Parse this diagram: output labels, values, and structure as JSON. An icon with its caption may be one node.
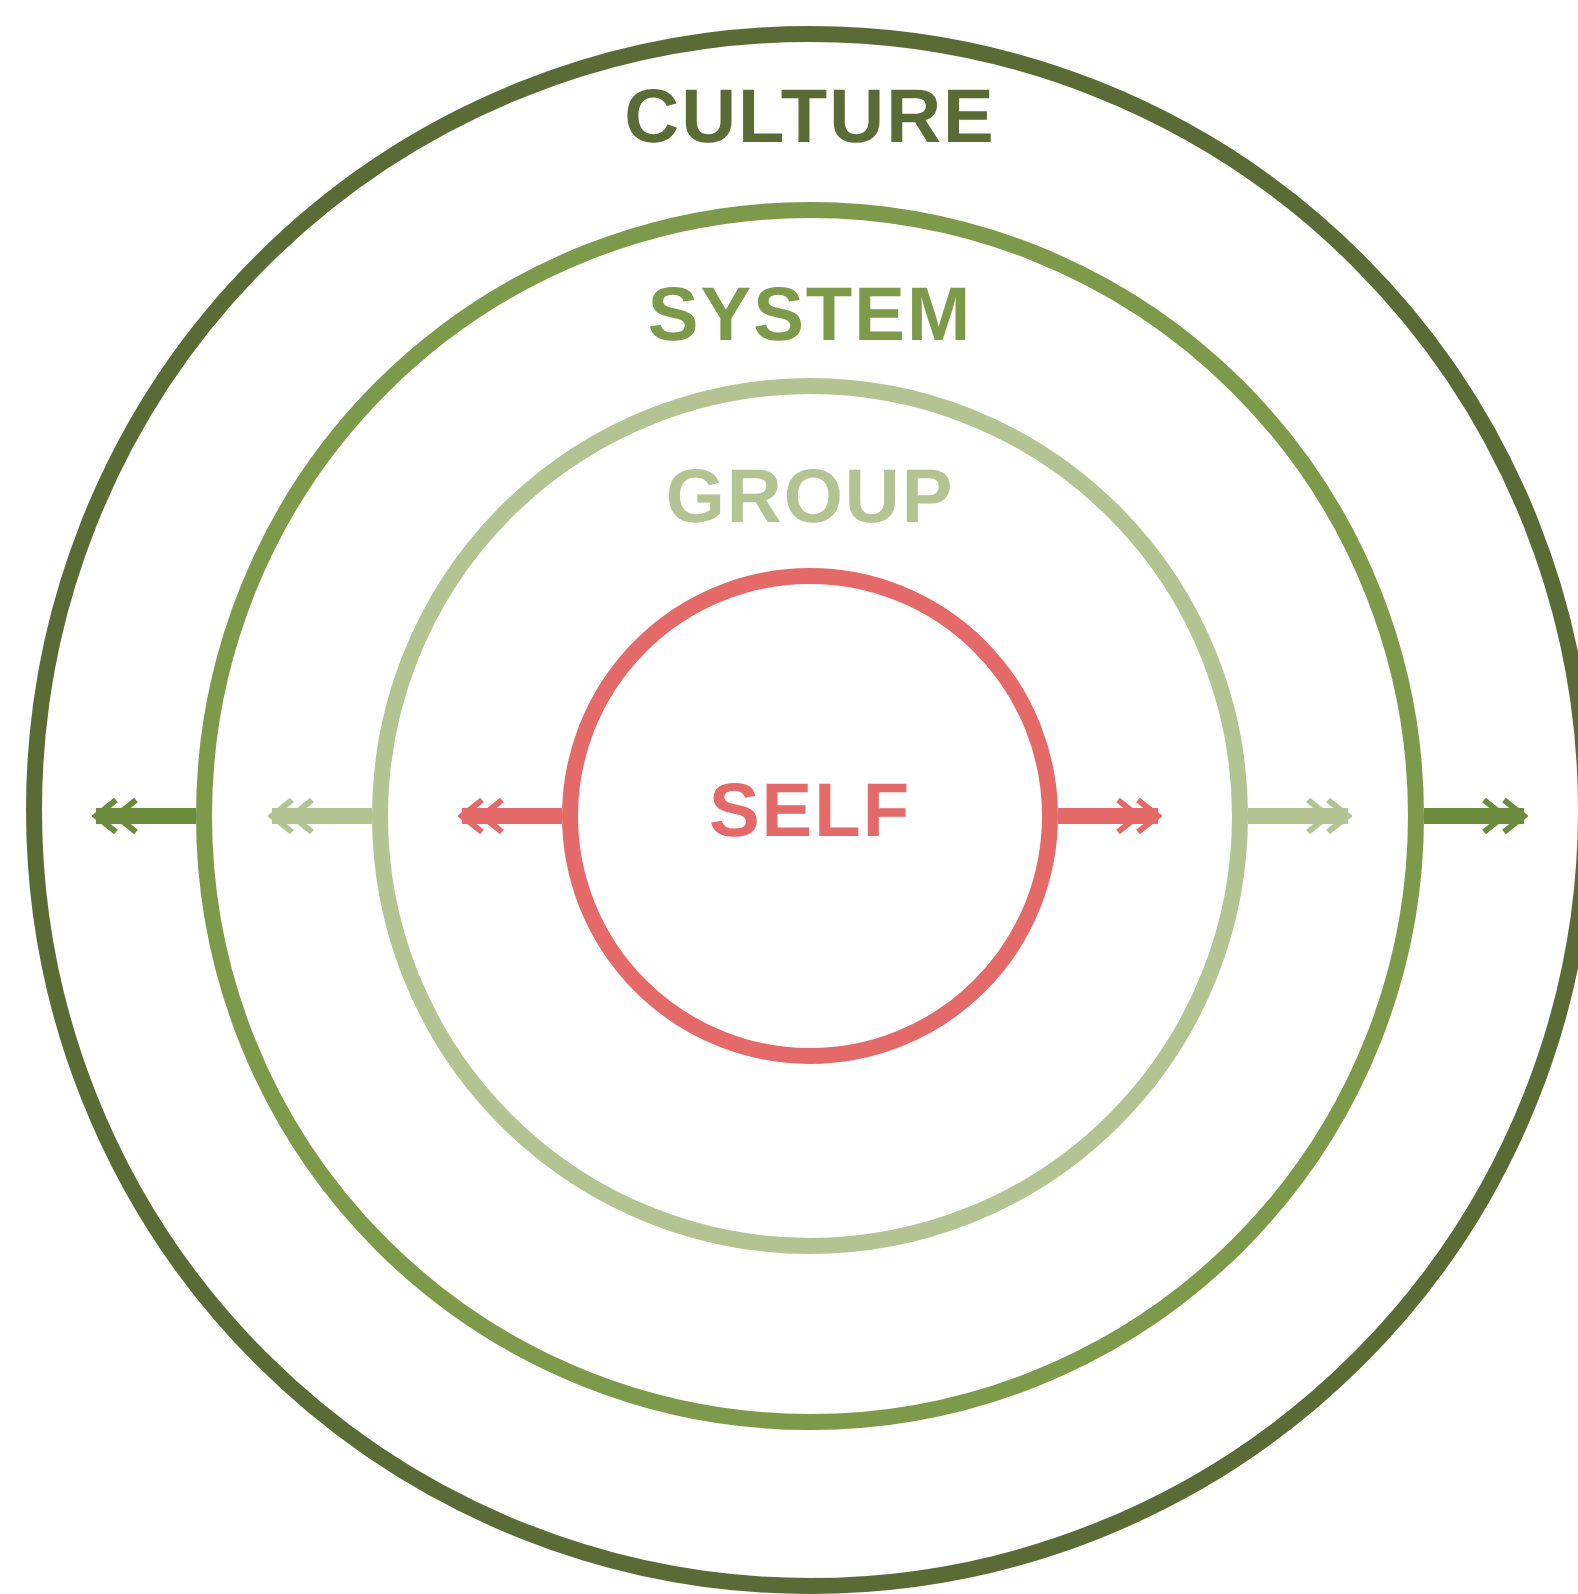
{
  "diagram": {
    "nodes": [
      {
        "text": [
          "CULTURE"
        ]
      },
      {
        "text": [
          "SYSTEM"
        ],
        "in": 0
      },
      {
        "text": [
          "GROUP"
        ],
        "in": 1
      },
      {
        "text": [
          "SELF"
        ],
        "in": 2
      }
    ],
    "edges": [
      {
        "from": 3,
        "to": null,
        "arrow": "to",
        "color": "#e46a6a"
      },
      {
        "from": 3,
        "to": null,
        "arrow": "to",
        "color": "#e46a6a"
      },
      {
        "from": 2,
        "to": null,
        "arrow": "to",
        "color": "#b3c492"
      },
      {
        "from": 2,
        "to": null,
        "arrow": "to",
        "color": "#b3c492"
      },
      {
        "from": 1,
        "to": null,
        "arrow": "to",
        "color": "#6a8a3c"
      },
      {
        "from": 1,
        "to": null,
        "arrow": "to",
        "color": "#6a8a3c"
      }
    ]
  }
}
